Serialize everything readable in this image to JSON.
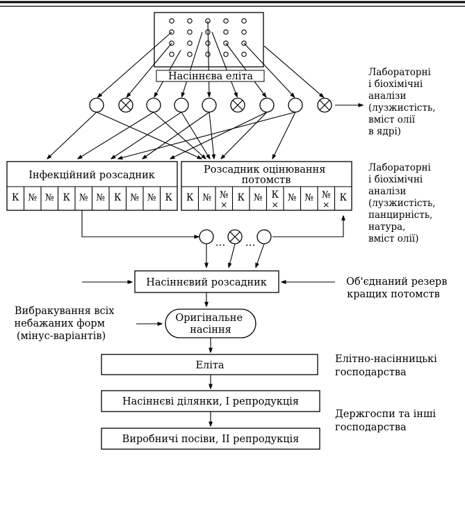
{
  "seed_elite": {
    "label": "Насіннєва еліта"
  },
  "analyses_1": {
    "lines": [
      "Лабораторні",
      "і біохімічні",
      "аналізи",
      "(лузжистість,",
      "вміст олії",
      "в ядрі)"
    ]
  },
  "analyses_2": {
    "lines": [
      "Лабораторні",
      "і біохімічні",
      "аналізи",
      "(лузжистість,",
      "панцирність,",
      "натура,",
      "вміст олії)"
    ]
  },
  "infection_nursery": {
    "label": "Інфекційний розсадник",
    "cells": [
      {
        "t": "К",
        "x": false
      },
      {
        "t": "№",
        "x": false
      },
      {
        "t": "№",
        "x": false
      },
      {
        "t": "К",
        "x": false
      },
      {
        "t": "№",
        "x": false
      },
      {
        "t": "№",
        "x": false
      },
      {
        "t": "К",
        "x": false
      },
      {
        "t": "№",
        "x": false
      },
      {
        "t": "№",
        "x": false
      },
      {
        "t": "К",
        "x": false
      }
    ]
  },
  "progeny_nursery": {
    "label_lines": [
      "Розсадник оцінювання",
      "потомств"
    ],
    "cells": [
      {
        "t": "К",
        "x": false
      },
      {
        "t": "№",
        "x": false
      },
      {
        "t": "№",
        "x": true
      },
      {
        "t": "К",
        "x": false
      },
      {
        "t": "№",
        "x": false
      },
      {
        "t": "К",
        "x": true
      },
      {
        "t": "№",
        "x": false
      },
      {
        "t": "№",
        "x": false
      },
      {
        "t": "№",
        "x": true
      },
      {
        "t": "К",
        "x": false
      }
    ]
  },
  "dots": [
    "…",
    "…"
  ],
  "seed_nursery": {
    "label": "Насіннєвий розсадник"
  },
  "reserve": {
    "lines": [
      "Об'єднаний резерв",
      "кращих потомств"
    ]
  },
  "culling": {
    "lines": [
      "Вибракування всіх",
      "небажаних форм",
      "(мінус-варіантів)"
    ]
  },
  "original_seed": {
    "lines": [
      "Оригінальне",
      "насіння"
    ]
  },
  "elite": {
    "label": "Еліта"
  },
  "elite_farms": {
    "lines": [
      "Елітно-насінницькі",
      "господарства"
    ]
  },
  "reproduction_1": {
    "label": "Насіннєві ділянки, І репродукція"
  },
  "reproduction_2": {
    "label": "Виробничі посіви, ІІ репродукція"
  },
  "state_farms": {
    "lines": [
      "Держгоспи та інші",
      "господарства"
    ]
  }
}
